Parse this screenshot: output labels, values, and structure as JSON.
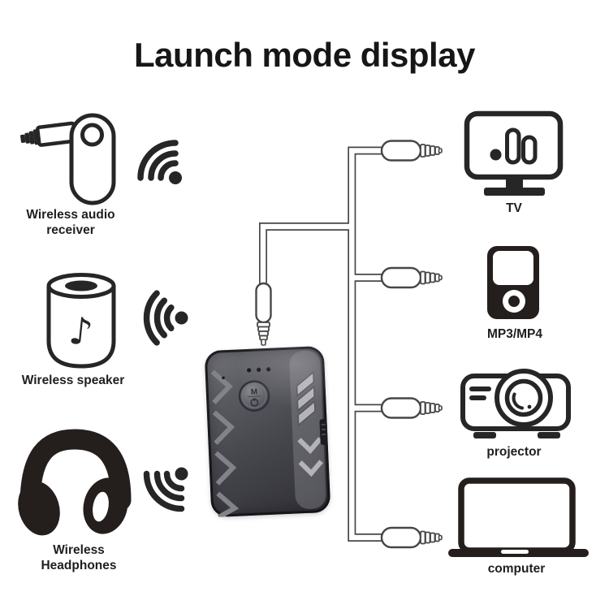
{
  "title": "Launch mode display",
  "left_devices": [
    {
      "label": "Wireless audio\nreceiver",
      "icon": "audio-receiver-icon",
      "signal_icon": "wireless-signal-icon"
    },
    {
      "label": "Wireless speaker",
      "icon": "speaker-icon",
      "signal_icon": "wireless-signal-icon"
    },
    {
      "label": "Wireless Headphones",
      "icon": "headphones-icon",
      "signal_icon": "wireless-signal-icon"
    }
  ],
  "right_devices": [
    {
      "label": "TV",
      "icon": "tv-icon"
    },
    {
      "label": "MP3/MP4",
      "icon": "mp3-player-icon"
    },
    {
      "label": "projector",
      "icon": "projector-icon"
    },
    {
      "label": "computer",
      "icon": "laptop-icon"
    }
  ],
  "hub_device": {
    "name": "bluetooth-audio-transmitter",
    "button_label": "M",
    "button_icon": "power-icon",
    "led_count": 3
  },
  "glyphs": {
    "music_note": "♪"
  },
  "colors": {
    "background": "#ffffff",
    "ink": "#262626",
    "cable": "#474747",
    "text": "#1f1f1f",
    "device_body": "#46464d",
    "device_accent": "#9a9aa0"
  }
}
